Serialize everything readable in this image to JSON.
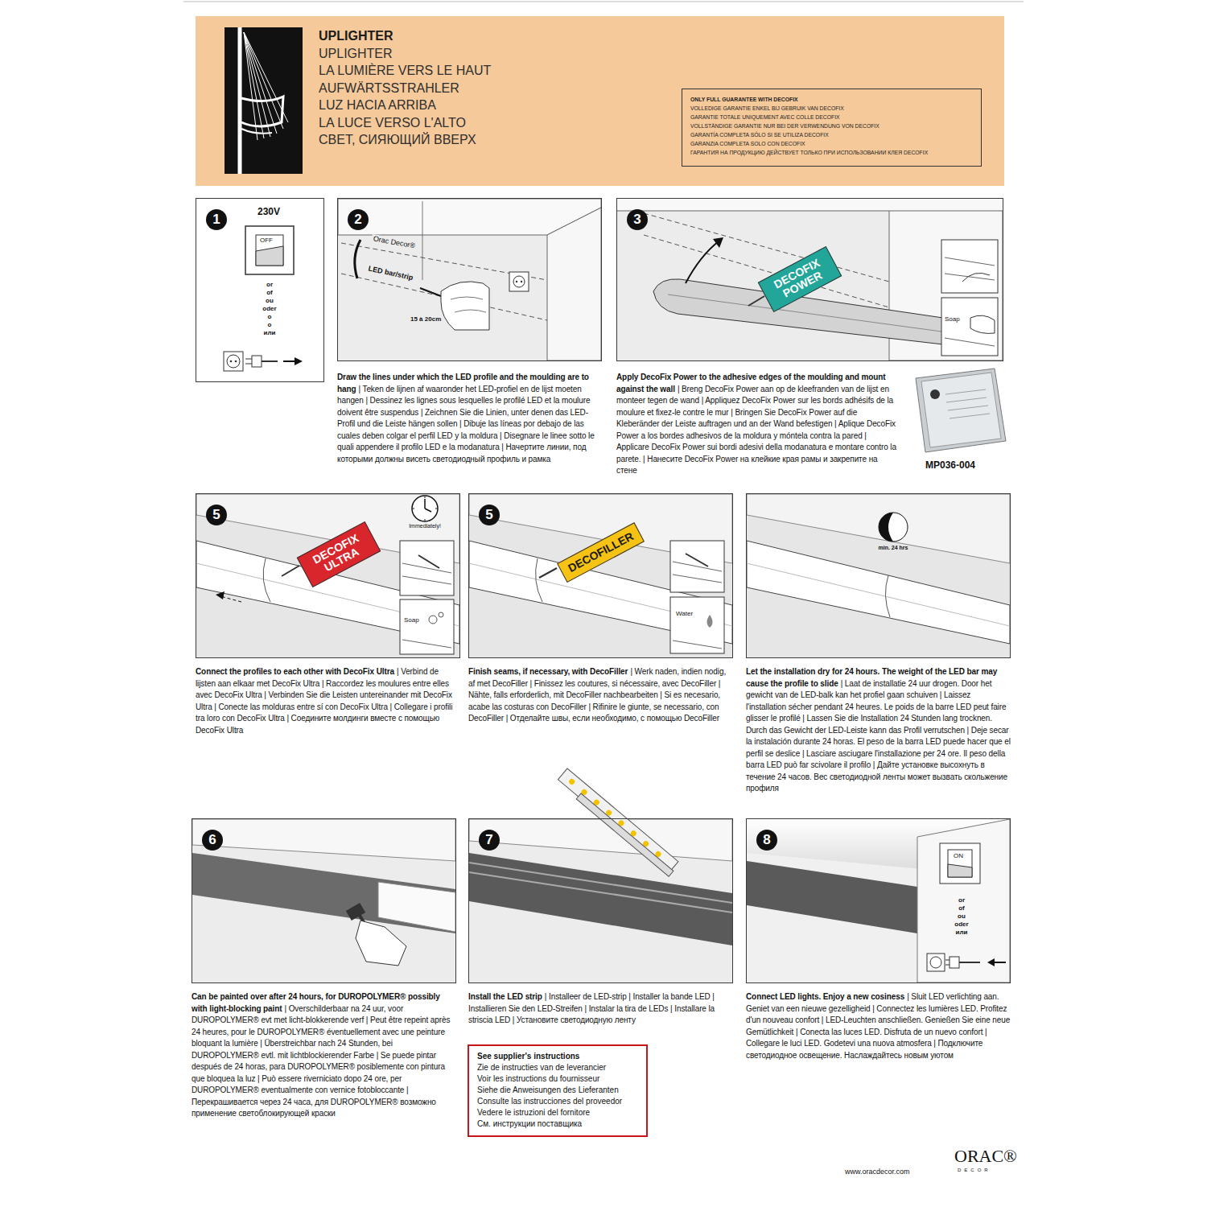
{
  "diagram": {
    "nodes": [
      {
        "text": [
          "UPLIGHTER",
          "UPLIGHTER",
          "LA LUMIÈRE VERS LE HAUT",
          "AUFWÄRTSSTRAHLER",
          "LUZ HACIA ARRIBA",
          "LA LUCE VERSO L'ALTO",
          "СВЕТ, СИЯЮЩИЙ ВВЕРХ"
        ]
      },
      {
        "text": [
          "ONLY FULL GUARANTEE WITH DECOFIX",
          "VOLLEDIGE GARANTIE ENKEL BIJ GEBRUIK VAN DECOFIX",
          "GARANTIE TOTALE UNIQUEMENT AVEC COLLE DECOFIX",
          "VOLLSTÄNDIGE GARANTIE NUR BEI DER VERWENDUNG VON DECOFIX",
          "GARANTÍA COMPLETA SÓLO SI SE UTILIZA DECOFIX",
          "GARANZIA COMPLETA SOLO CON DECOFIX",
          "ГАРАНТИЯ НА ПРОДУКЦИЮ ДЕЙСТВУЕТ ТОЛЬКО ПРИ ИСПОЛЬЗОВАНИИ КЛЕЯ DECOFIX"
        ],
        "in": 0
      },
      {
        "text": [
          "1"
        ]
      },
      {
        "text": [
          "2",
          "Draw the lines under which the LED profile and the moulding are to hang",
          "| Teken de lijnen af waaronder het LED-profiel en de lijst moeten hangen | Dessinez les lignes sous lesquelles le profilé LED et la moulure doivent être suspendus | Zeichnen Sie die Linien, unter denen das LED-Profil und die Leiste hängen sollen | Dibuje las líneas por debajo de las cuales deben colgar el perfil LED y la moldura | Disegnare le linee sotto le quali appendere il profilo LED e la modanatura | Начертите линии, под которыми должны висеть светодиодный профиль и рамка"
        ]
      },
      {
        "text": [
          "3",
          "Apply DecoFix Power to the adhesive edges of the moulding and mount against the wall",
          "| Breng DecoFix Power aan op de kleefranden van de lijst en monteer tegen de wand | Appliquez DecoFix Power sur les bords adhésifs de la moulure et fixez-le contre le mur | Bringen Sie DecoFix Power auf die Kleberänder der Leiste auftragen und an der Wand befestigen | Aplique DecoFix Power a los bordes adhesivos de la moldura y móntela contra la pared | Applicare DecoFix Power sui bordi adesivi della modanatura e montare contro la parete. | Нанесите DecoFix Power на клейкие края рамы и закрепите на стене"
        ]
      },
      {
        "text": [
          "DECOFIX POWER"
        ],
        "in": 4
      },
      {
        "text": [
          "5",
          "Connect the profiles to each other with DecoFix Ultra",
          "| Verbind de lijsten aan elkaar met DecoFix Ultra | Raccordez les moulures entre elles avec DecoFix Ultra | Verbinden Sie die Leisten untereinander mit DecoFix Ultra | Conecte las molduras entre sí con DecoFix Ultra | Collegare i profili tra loro con DecoFix Ultra | Соедините молдинги вместе с помощью DecoFix Ultra"
        ]
      },
      {
        "text": [
          "DECOFIX ULTRA"
        ],
        "in": 6
      },
      {
        "text": [
          "5",
          "Finish seams, if necessary, with DecoFiller",
          "| Werk naden, indien nodig, af met DecoFiller | Finissez les coutures, si nécessaire, avec DecoFiller | Nähte, falls erforderlich, mit DecoFiller nachbearbeiten | Si es necesario, acabe las costuras con DecoFiller | Rifinire le giunte, se necessario, con DecoFiller | Отделайте швы, если необходимо, с помощью DecoFiller"
        ]
      },
      {
        "text": [
          "DECOFILLER"
        ],
        "in": 8
      },
      {
        "text": [
          "Let the installation dry for 24 hours. The weight of the LED bar may cause the profile to slide",
          "| Laat de installatie 24 uur drogen. Door het gewicht van de LED-balk kan het profiel gaan schuiven | Laissez l'installation sécher pendant 24 heures. Le poids de la barre LED peut faire glisser le profilé | Lassen Sie die Installation 24 Stunden lang trocknen. Durch das Gewicht der LED-Leiste kann das Profil verrutschen | Deje secar la instalación durante 24 horas. El peso de la barra LED puede hacer que el perfil se deslice | Lasciare asciugare l'installazione per 24 ore. Il peso della barra LED può far scivolare il profilo | Дайте установке высохнуть в течение 24 часов. Вес светодиодной ленты может вызвать скольжение профиля"
        ]
      },
      {
        "text": [
          "6",
          "Can be painted over after 24 hours, for DUROPOLYMER® possibly with light-blocking paint",
          "| Overschilderbaar na 24 uur, voor DUROPOLYMER® evt met licht-blokkerende verf | Peut être repeint après 24 heures, pour le DUROPOLYMER® éventuellement avec une peinture bloquant la lumière | Überstreichbar nach 24 Stunden, bei DUROPOLYMER® evtl. mit lichtblockierender Farbe | Se puede pintar después de 24 horas, para DUROPOLYMER® posiblemente con pintura que bloquea la luz | Può essere riverniciato dopo 24 ore, per DUROPOLYMER® eventualmente con vernice fotobloccante | Перекрашивается через 24 часа, для DUROPOLYMER® возможно применение светоблокирующей краски"
        ]
      },
      {
        "text": [
          "7",
          "Install the LED strip",
          "| Installeer de LED-strip | Installer la bande LED | Installieren Sie den LED-Streifen | Instalar la tira de LEDs | Installare la striscia LED | Установите светодиодную ленту"
        ]
      },
      {
        "text": [
          "See supplier's instructions",
          "Zie de instructies van de leverancier",
          "Voir les instructions du fournisseur",
          "Siehe die Anweisungen des Lieferanten",
          "Consulte las instrucciones del proveedor",
          "Vedere le istruzioni del fornitore",
          "См. инструкции поставщика"
        ]
      },
      {
        "text": [
          "8",
          "Connect LED lights. Enjoy a new cosiness",
          "| Sluit LED verlichting aan. Geniet van een nieuwe gezelligheid | Connectez les lumières LED. Profitez d'un nouveau confort | LED-Leuchten anschließen. Genießen Sie eine neue Gemütlichkeit | Conecta las luces LED. Disfruta de un nuevo confort | Collegare le luci LED. Godetevi una nuova atmosfera | Подключите светодиодное освещение. Наслаждайтесь новым уютом"
        ]
      }
    ],
    "labels": [
      "230V",
      "OFF",
      "or",
      "of",
      "ou",
      "oder",
      "o",
      "o",
      "или",
      "Orac Decor®",
      "LED bar/strip",
      "15 à 20cm",
      "Soap",
      "MP036-004",
      "Immediately!",
      "Soap",
      "Water",
      "min. 24 hrs",
      "ON",
      "or",
      "of",
      "ou",
      "oder",
      "или",
      "www.oracdecor.com",
      "ORAC®",
      "DECOR"
    ]
  }
}
